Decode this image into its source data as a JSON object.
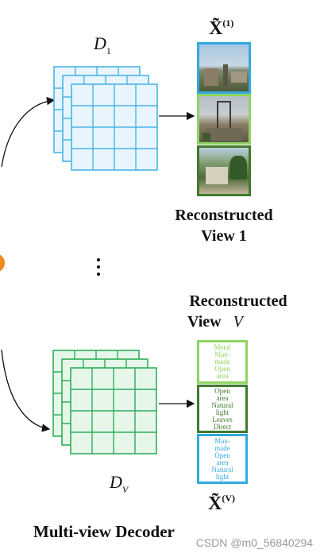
{
  "top_decoder": {
    "label_base": "D",
    "label_sub": "1"
  },
  "bottom_decoder": {
    "label_base": "D",
    "label_sub": "V"
  },
  "top_output": {
    "label_base": "X̃",
    "label_sup": "(1)",
    "caption_line1": "Reconstructed",
    "caption_line2": "View 1"
  },
  "bottom_output": {
    "label_base": "X̃",
    "label_sup": "(V)",
    "caption_line1": "Reconstructed",
    "caption_line2_word": "View",
    "caption_line2_var": "V",
    "text_cards": [
      {
        "lines": [
          "Metal",
          "Man-",
          "made",
          "Open",
          "area"
        ]
      },
      {
        "lines": [
          "Open",
          "area",
          "Natural",
          "light",
          "Leaves",
          "Direct"
        ]
      },
      {
        "lines": [
          "Man-",
          "made",
          "Open",
          "area",
          "Natural",
          "light"
        ]
      }
    ]
  },
  "footer": {
    "title": "Multi-view Decoder",
    "watermark": "CSDN @m0_56840294"
  },
  "colors": {
    "blue_grid": "#4ab3e8",
    "blue_fill": "#e8f5fd",
    "green_grid": "#2fae5a",
    "green_fill": "#e6f7ea",
    "frame_blue": "#32a9e0",
    "frame_light_green": "#8fd462",
    "frame_dark_green": "#3f7a2c",
    "orange": "#f08a1c"
  }
}
